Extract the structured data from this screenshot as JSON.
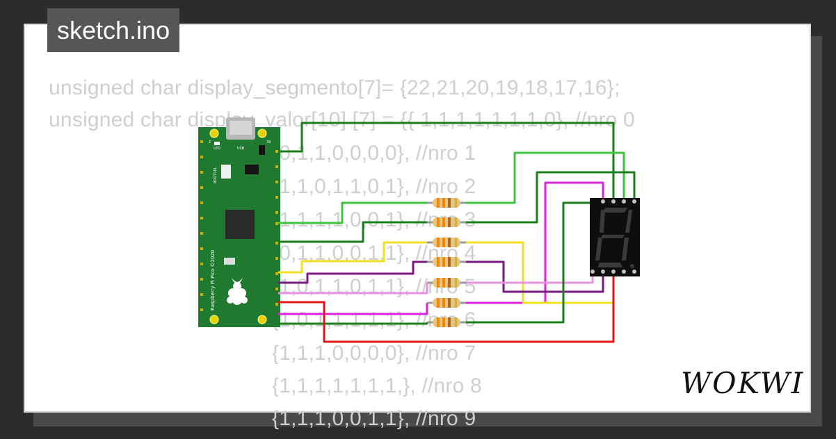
{
  "file_tag": "sketch.ino",
  "brand": "WOKWI",
  "code_lines": [
    "unsigned char display_segmento[7]= {22,21,20,19,18,17,16};",
    "unsigned char display_valor[10] [7] = {{ 1,1,1,1,1,1,1,0}, //nro 0",
    "{0,1,1,0,0,0,0}, //nro 1",
    "{1,1,0,1,1,0,1}, //nro 2",
    "{1,1,1,1,0,0,1}, //nro 3",
    "{0,1,1,0,0,1,1}, //nro 4",
    "{1,0,1,1,0,1,1}, //nro 5",
    "{1,0,1,1,1,1,1}, //nro 6",
    "{1,1,1,0,0,0,0}, //nro 7",
    "{1,1,1,1,1,1,1,}, //nro 8",
    "{1,1,1,0,0,1,1}, //nro 9"
  ],
  "board": {
    "name": "Raspberry Pi Pico",
    "copyright": "Raspberry Pi Pico ©2020",
    "usb_label": "USB",
    "led_label": "LED",
    "bootsel_label": "BOOTSEL",
    "pin_1": "2",
    "pin_39": "39"
  },
  "display": {
    "digit_shown": "8"
  },
  "colors": {
    "page_bg": "#2c2c2c",
    "board": "#1f7a2f",
    "wire_dark_green": "#1b7d1b",
    "wire_light_green": "#3cc43c",
    "wire_magenta": "#e020e0",
    "wire_yellow": "#f0e020",
    "wire_purple": "#7a1a80",
    "wire_pink": "#e890e0",
    "wire_red": "#e01818"
  }
}
